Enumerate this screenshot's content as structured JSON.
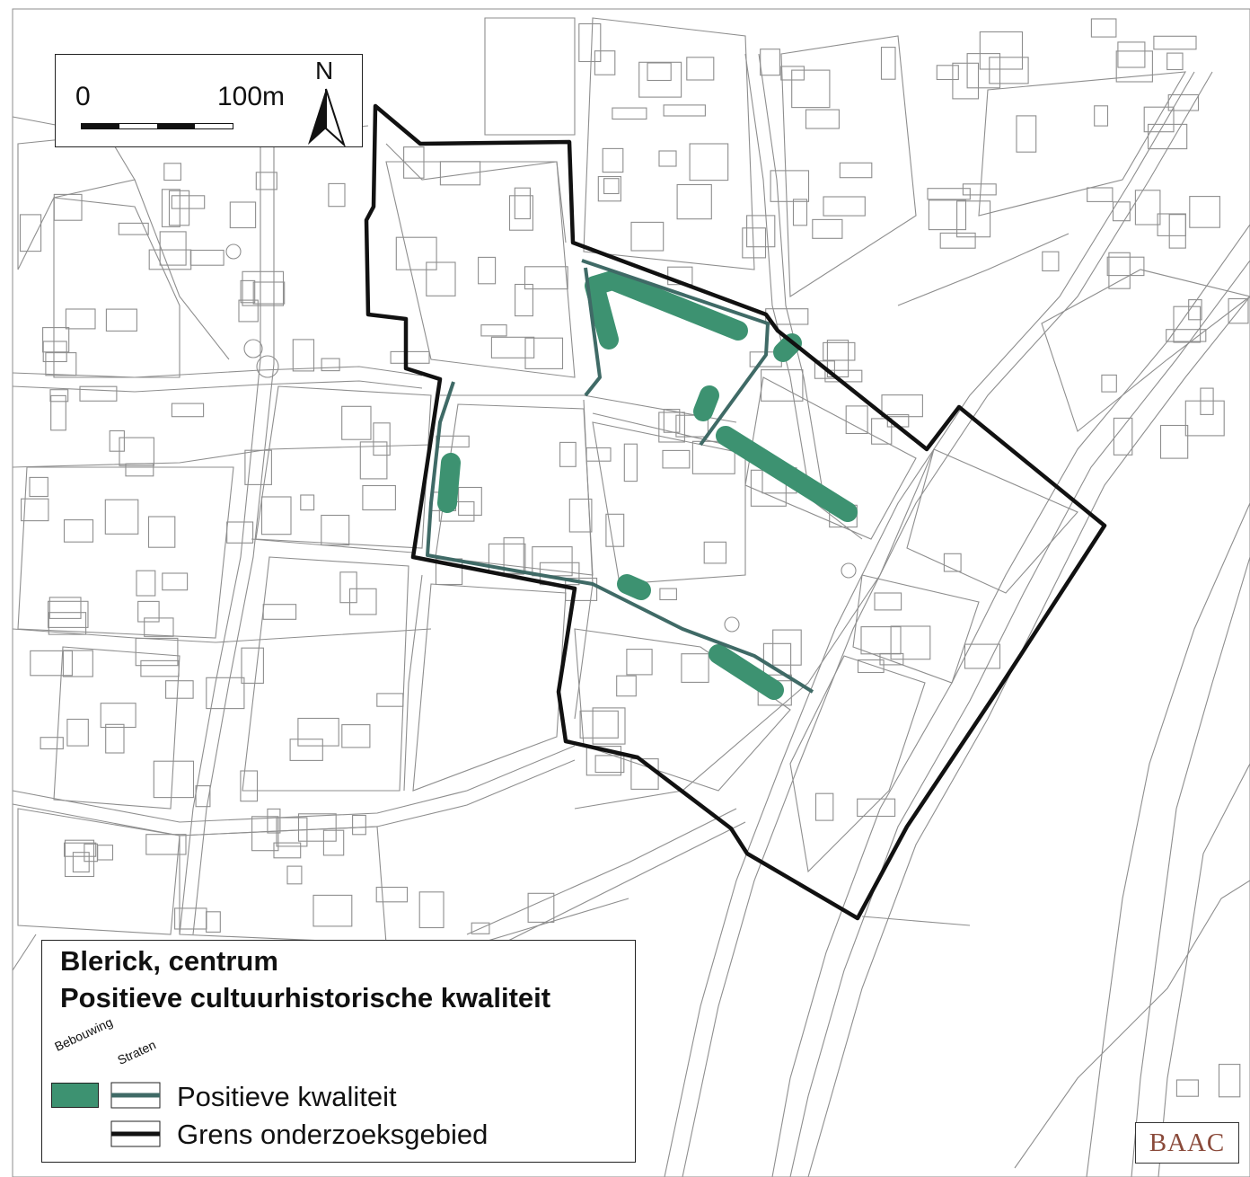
{
  "scale": {
    "zero": "0",
    "max": "100m",
    "north": "N"
  },
  "legend": {
    "title": "Blerick, centrum",
    "subtitle": "Positieve cultuurhistorische kwaliteit",
    "column_bebouwing": "Bebouwing",
    "column_straten": "Straten",
    "items": [
      {
        "label": "Positieve kwaliteit"
      },
      {
        "label": "Grens onderzoeksgebied"
      }
    ]
  },
  "logo": {
    "text": "BAAC"
  },
  "colors": {
    "background": "#ffffff",
    "base_lines": "#8e8e8e",
    "positive_building": "#3d9271",
    "positive_street": "#3f6a66",
    "boundary": "#111111"
  }
}
